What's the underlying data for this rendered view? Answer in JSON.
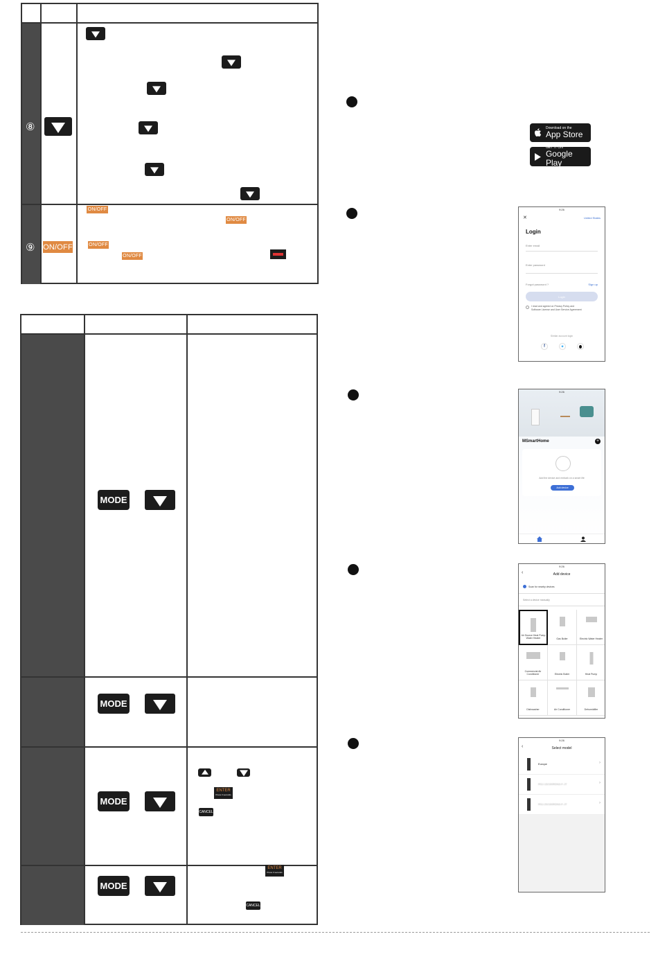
{
  "keys": {
    "onoff": "ON/OFF",
    "mode": "MODE",
    "enter": "ENTER",
    "enter_sub": "Press 3 seconds",
    "cancel": "CANCEL"
  },
  "table1": {
    "row8_num": "⑧",
    "row9_num": "⑨"
  },
  "badges": {
    "appstore_small": "Download on the",
    "appstore_large": "App Store",
    "googleplay_small": "GET IT ON",
    "googleplay_large": "Google Play"
  },
  "login_screen": {
    "time": "9:26",
    "region": "United States",
    "title": "Login",
    "email_placeholder": "Enter email",
    "password_placeholder": "Enter password",
    "forgot": "Forgot password ?",
    "signup": "Sign up",
    "login_button": "Login",
    "agree_text": "I read and agreed on Privacy Policy and",
    "agree_text2": "Software License and User Service Agreement",
    "social_label": "Similar account login"
  },
  "home_screen": {
    "time": "9:26",
    "home_name": "MSmartHome",
    "empty_text": "Add the device and embark on a smart life",
    "add_button": "Add device"
  },
  "add_device_screen": {
    "time": "9:26",
    "title": "Add device",
    "scan": "Scan for nearby devices",
    "manual": "Select a device manually",
    "devices": [
      "Air Source Heat Pump Water Heater",
      "Gas Boiler",
      "Electric Water Heater",
      "Commercial Air Conditioner",
      "Electric Boiler",
      "Heat Pump",
      "Dishwasher",
      "Air Conditioner",
      "Dehumidifier"
    ]
  },
  "select_model_screen": {
    "time": "9:26",
    "title": "Select model",
    "models": [
      "Europe",
      "RSJ-15/190RDN3-F-JT",
      "RSJ-20/190RDN3-F-JT"
    ]
  }
}
